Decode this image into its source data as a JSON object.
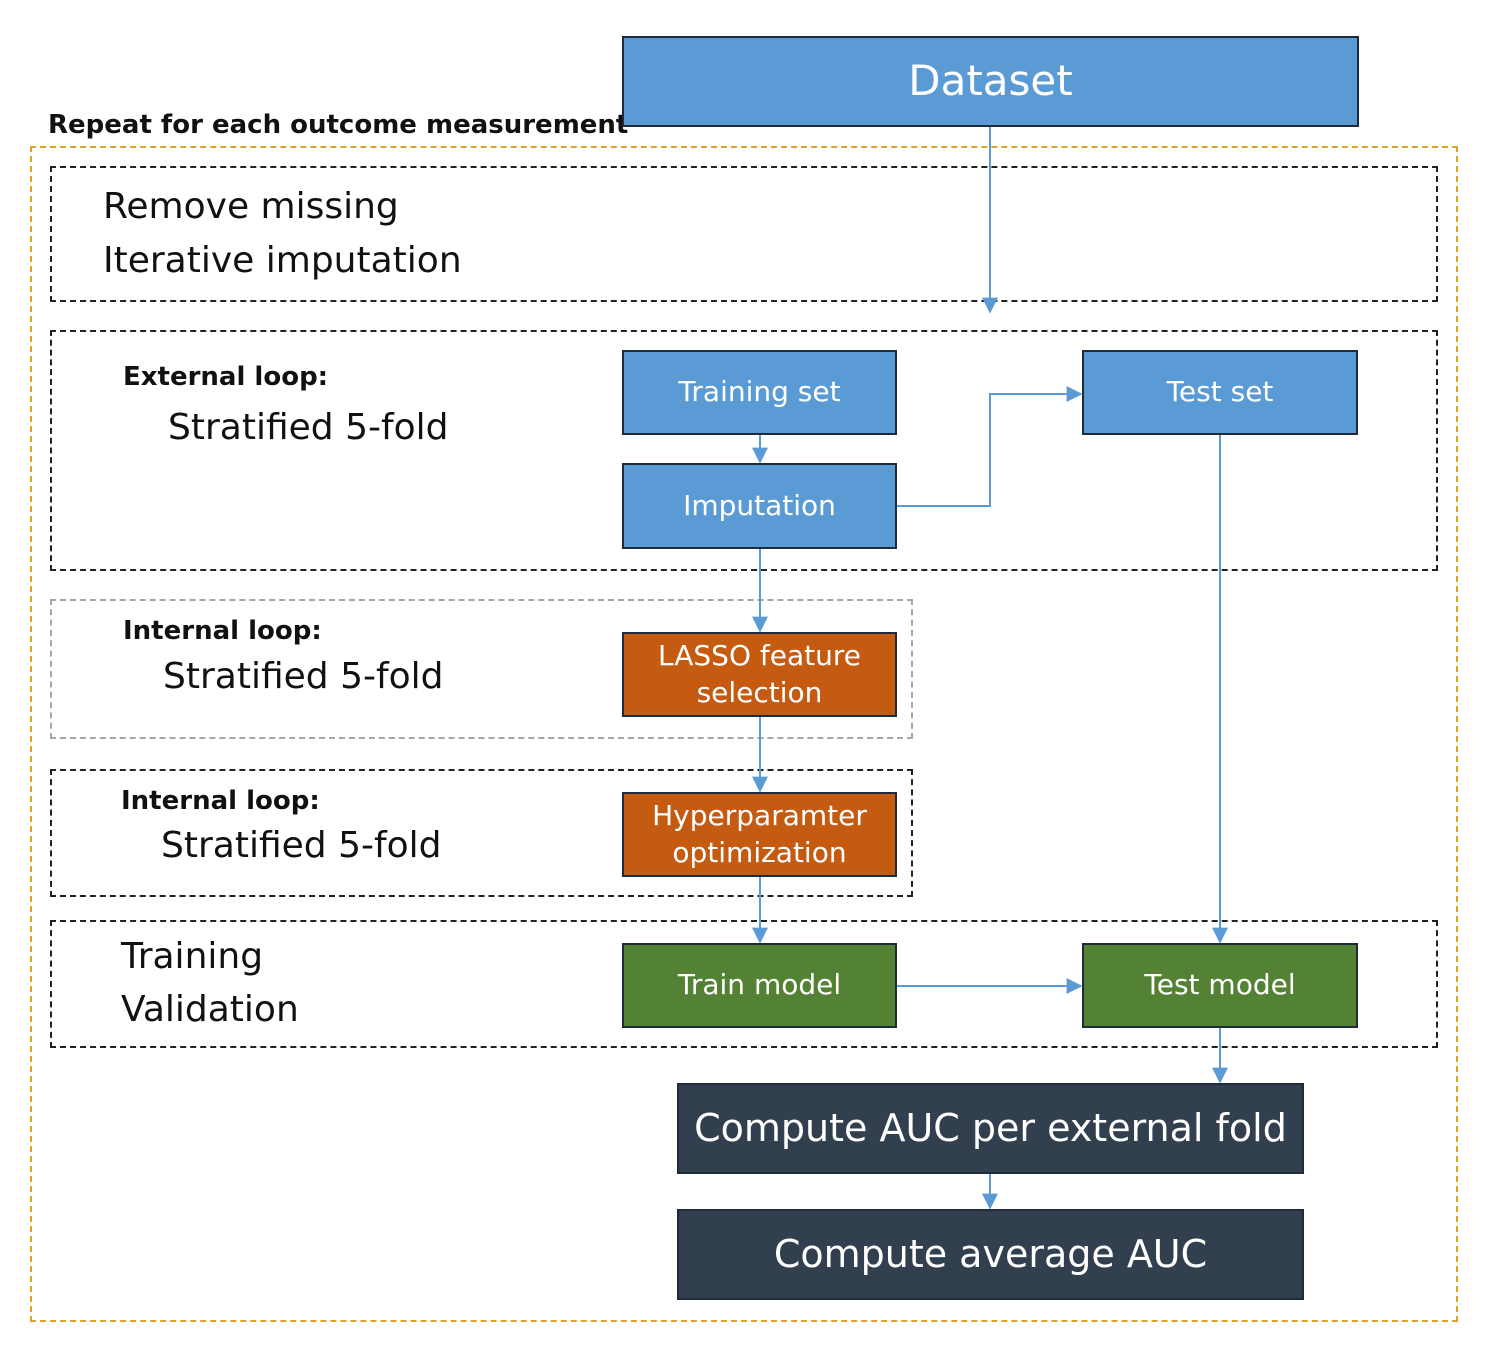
{
  "outer_label": "Repeat for each outcome measurement",
  "dataset": "Dataset",
  "preprocessing": {
    "line1": "Remove missing",
    "line2": "Iterative imputation"
  },
  "external_loop": {
    "title": "External loop:",
    "method": "Stratified 5-fold"
  },
  "internal_loop_1": {
    "title": "Internal loop:",
    "method": "Stratified 5-fold"
  },
  "internal_loop_2": {
    "title": "Internal loop:",
    "method": "Stratified 5-fold"
  },
  "training_section": {
    "line1": "Training",
    "line2": "Validation"
  },
  "nodes": {
    "training_set": "Training set",
    "test_set": "Test set",
    "imputation": "Imputation",
    "lasso": "LASSO feature\nselection",
    "hyperparam": "Hyperparamter\noptimization",
    "train_model": "Train model",
    "test_model": "Test model",
    "auc_fold": "Compute AUC per external fold",
    "auc_avg": "Compute average AUC"
  },
  "colors": {
    "blue": "#5b9bd5",
    "orange": "#c55a11",
    "green": "#548235",
    "dark": "#323f4f",
    "arrow": "#5b9bd5",
    "outer_border": "#dfa12a"
  }
}
